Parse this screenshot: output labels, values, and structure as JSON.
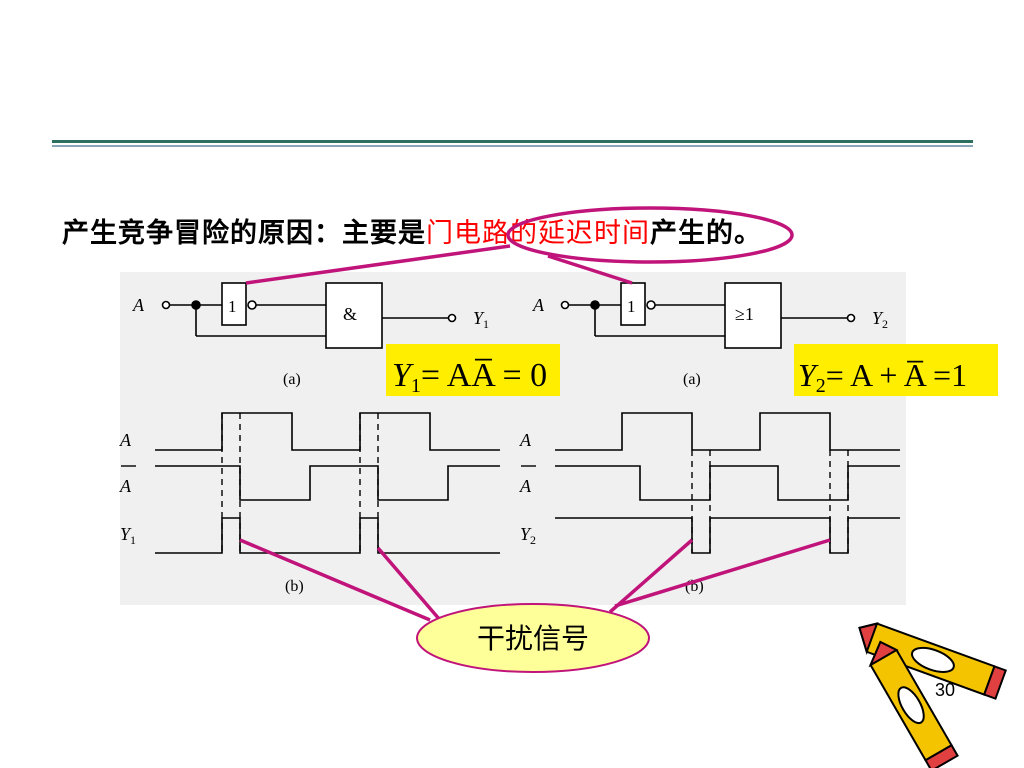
{
  "slide": {
    "headline_pre": "产生竞争冒险的原因：主要是",
    "headline_highlight": "门电路的延迟时间",
    "headline_post": "产生的。",
    "page_number": "30"
  },
  "circuit_a": {
    "input_label": "A",
    "not_gate_label": "1",
    "and_gate_label": "&",
    "output_label": "Y",
    "output_sub": "1",
    "caption": "(a)",
    "equation_lhs": "Y",
    "equation_sub": "1",
    "equation_rhs": "= AA̅ = 0"
  },
  "circuit_b": {
    "input_label": "A",
    "not_gate_label": "1",
    "or_gate_label": "≥1",
    "output_label": "Y",
    "output_sub": "2",
    "caption": "(a)",
    "equation_lhs": "Y",
    "equation_sub": "2",
    "equation_rhs": "= A + A̅ =1"
  },
  "waveform_a": {
    "label_a": "A",
    "label_a_bar": "A",
    "label_y": "Y",
    "label_y_sub": "1",
    "caption": "(b)"
  },
  "waveform_b": {
    "label_a": "A",
    "label_a_bar": "A",
    "label_y": "Y",
    "label_y_sub": "2",
    "caption": "(b)"
  },
  "callout": {
    "label": "干扰信号"
  },
  "colors": {
    "accent": "#c0147a",
    "highlight_box": "#ffee00",
    "callout_fill": "#ffff99",
    "rule": "#2e7060"
  }
}
